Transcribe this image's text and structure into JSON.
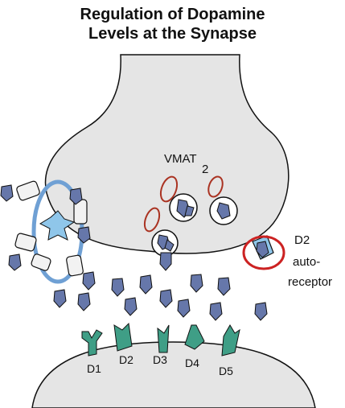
{
  "title": {
    "line1": "Regulation of Dopamine",
    "line2": "Levels at the Synapse"
  },
  "labels": {
    "vmat": "VMAT",
    "vmat_sub": "2",
    "autoreceptor_line1": "D2",
    "autoreceptor_line2": "auto-",
    "autoreceptor_line3": "receptor"
  },
  "receptors": [
    "D1",
    "D2",
    "D3",
    "D4",
    "D5"
  ],
  "colors": {
    "neuron_fill": "#e5e5e5",
    "dopamine": "#6677aa",
    "receptor": "#3f9e86",
    "transporter_arrow": "#6fa0d4",
    "vmat_loop": "#aa3322",
    "autoreceptor_circle": "#cc2222",
    "autoreceptor_fill": "#8fc6ea"
  }
}
